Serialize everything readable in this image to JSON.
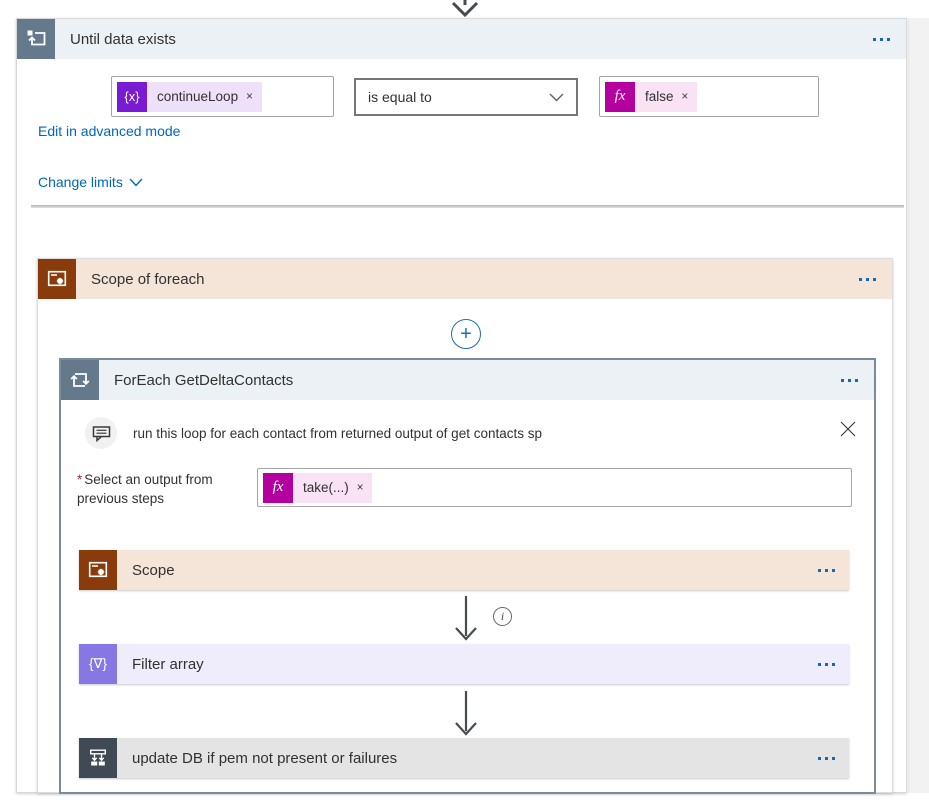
{
  "colors": {
    "control_slate": "#64798c",
    "control_header": "#ecf1f5",
    "scope_rust": "#8a3b0b",
    "scope_header": "#f4e5d8",
    "filter_violet": "#8677e4",
    "filter_header": "#efedfb",
    "switch_dark": "#3f4a54",
    "switch_header": "#e4e4e4",
    "variable_purple": "#781bd3",
    "expression_magenta": "#b4009e",
    "link_blue": "#0067b8",
    "accent_blue": "#1567b8"
  },
  "until": {
    "title": "Until data exists",
    "condition": {
      "left_token": {
        "icon": "{x}",
        "label": "continueLoop"
      },
      "operator": "is equal to",
      "right_token": {
        "icon": "fx",
        "label": "false"
      }
    },
    "links": {
      "advanced": "Edit in advanced mode",
      "limits": "Change limits"
    }
  },
  "scope_foreach": {
    "title": "Scope of foreach"
  },
  "foreach": {
    "title": "ForEach GetDeltaContacts",
    "comment": "run this loop for each contact from returned output of get contacts sp",
    "output_required": "*",
    "output_label": "Select an output from previous steps",
    "output_token": {
      "icon": "fx",
      "label": "take(...)"
    },
    "children": [
      {
        "title": "Scope",
        "type": "scope"
      },
      {
        "title": "Filter array",
        "type": "filter",
        "icon_text": "{∇}"
      },
      {
        "title": "update DB if pem not present or failures",
        "type": "switch"
      }
    ]
  },
  "misc": {
    "dismiss": "×",
    "plus": "+",
    "info": "i"
  }
}
